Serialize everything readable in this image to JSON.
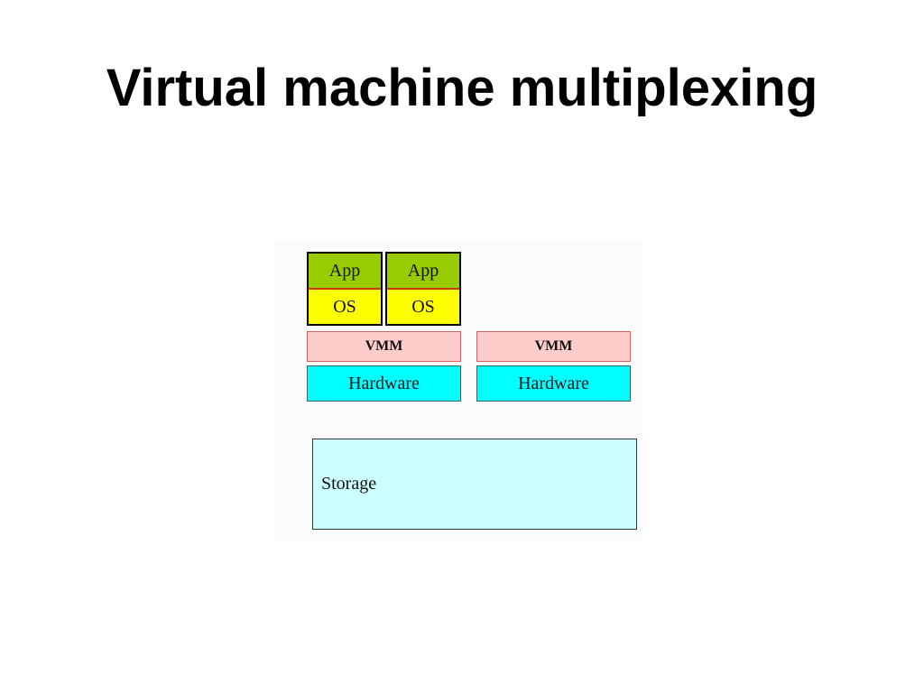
{
  "slide": {
    "title": "Virtual machine multiplexing"
  },
  "diagram": {
    "left_host": {
      "vm1": {
        "app": "App",
        "os": "OS"
      },
      "vm2": {
        "app": "App",
        "os": "OS"
      },
      "vmm": "VMM",
      "hardware": "Hardware"
    },
    "right_host": {
      "vmm": "VMM",
      "hardware": "Hardware"
    },
    "storage": "Storage"
  },
  "colors": {
    "app": "#99cc00",
    "os": "#ffff00",
    "vmm": "#ffcccc",
    "hardware": "#00ffff",
    "storage": "#ccffff"
  }
}
